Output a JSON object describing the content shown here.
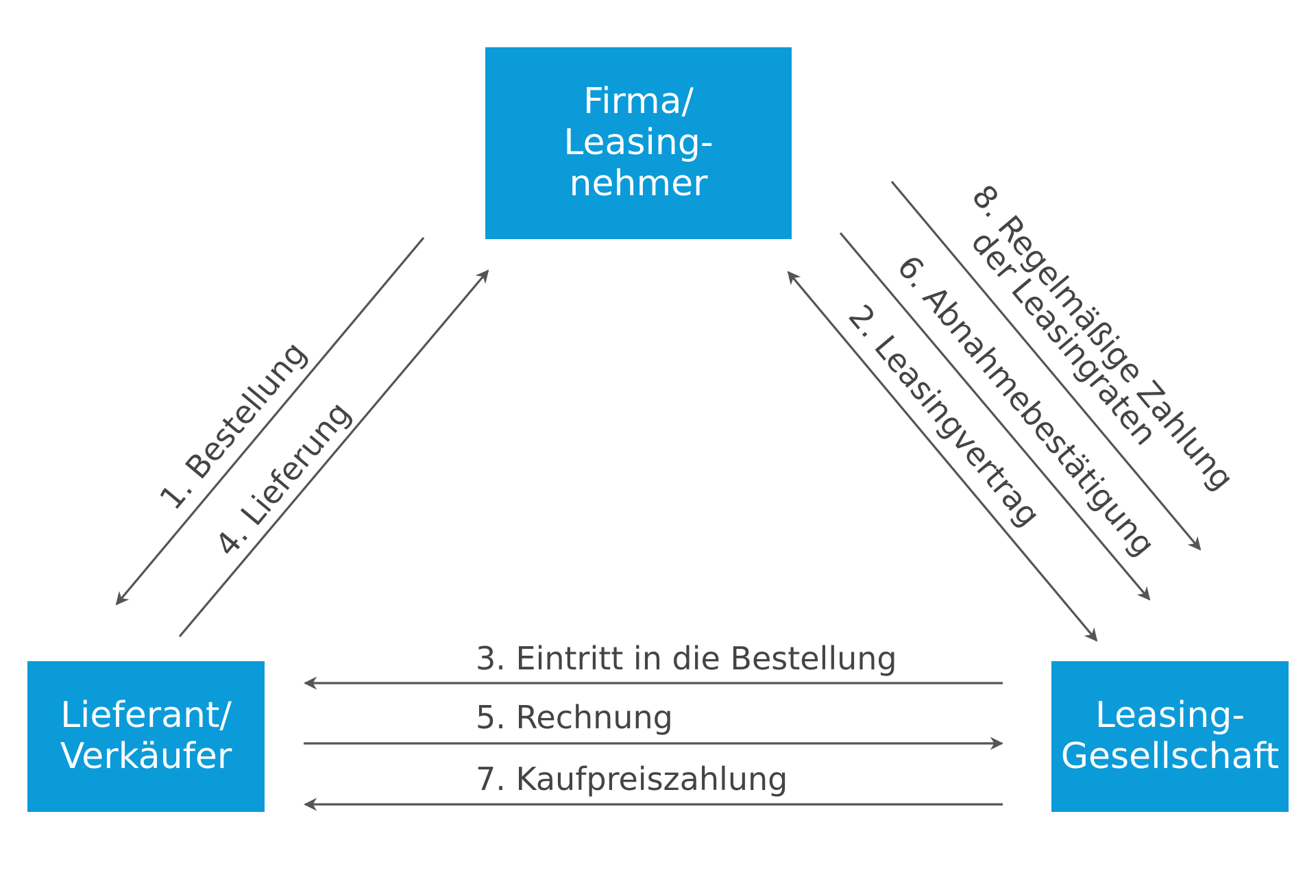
{
  "colors": {
    "box": "#0b9bd9",
    "box_text": "#ffffff",
    "arrow": "#555555",
    "label": "#444444",
    "background": "#ffffff"
  },
  "nodes": {
    "firma": {
      "lines": [
        "Firma/",
        "Leasing-",
        "nehmer"
      ]
    },
    "lieferant": {
      "lines": [
        "Lieferant/",
        "Verkäufer"
      ]
    },
    "leasing": {
      "lines": [
        "Leasing-",
        "Gesellschaft"
      ]
    }
  },
  "flows": {
    "bestellung": "1. Bestellung",
    "leasingvertrag": "2. Leasingvertrag",
    "eintritt": "3. Eintritt in die Bestellung",
    "lieferung": "4. Lieferung",
    "rechnung": "5. Rechnung",
    "abnahme": "6. Abnahmebestätigung",
    "kaufpreis": "7. Kaufpreiszahlung",
    "raten_line1": "8. Regelmäßige Zahlung",
    "raten_line2": "der Leasingraten"
  }
}
